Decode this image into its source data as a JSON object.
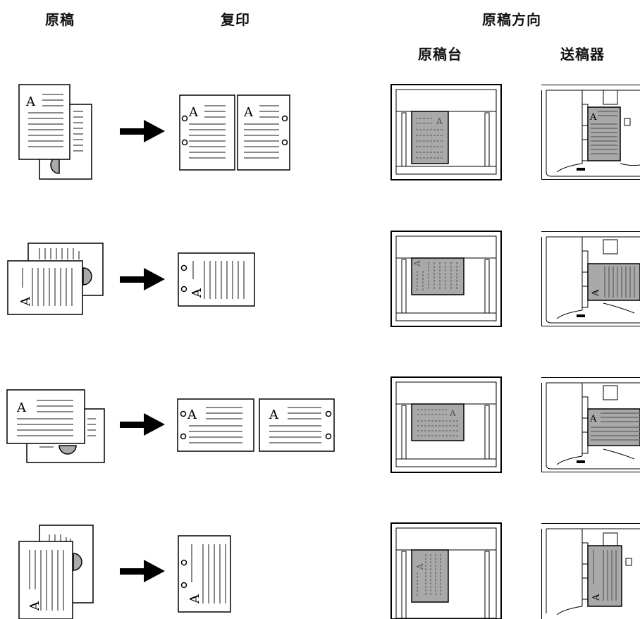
{
  "headers": {
    "original": "原稿",
    "copy": "复印",
    "orientation": "原稿方向",
    "platen": "原稿台",
    "feeder": "送稿器"
  },
  "glyph": "A",
  "colors": {
    "line": "#000000",
    "gray": "#8a8a8a",
    "fill": "#a9a9a9"
  },
  "rows": [
    {
      "original": "portrait-duplex",
      "copy": "portrait-two-sheets",
      "orientation": "portrait-upright"
    },
    {
      "original": "landscape-duplex",
      "copy": "portrait-rotated",
      "orientation": "landscape-rotated"
    },
    {
      "original": "landscape-duplex-upright",
      "copy": "landscape-two-sheets",
      "orientation": "landscape-upright"
    },
    {
      "original": "portrait-duplex-rotated",
      "copy": "portrait-rotated",
      "orientation": "portrait-rotated"
    }
  ]
}
